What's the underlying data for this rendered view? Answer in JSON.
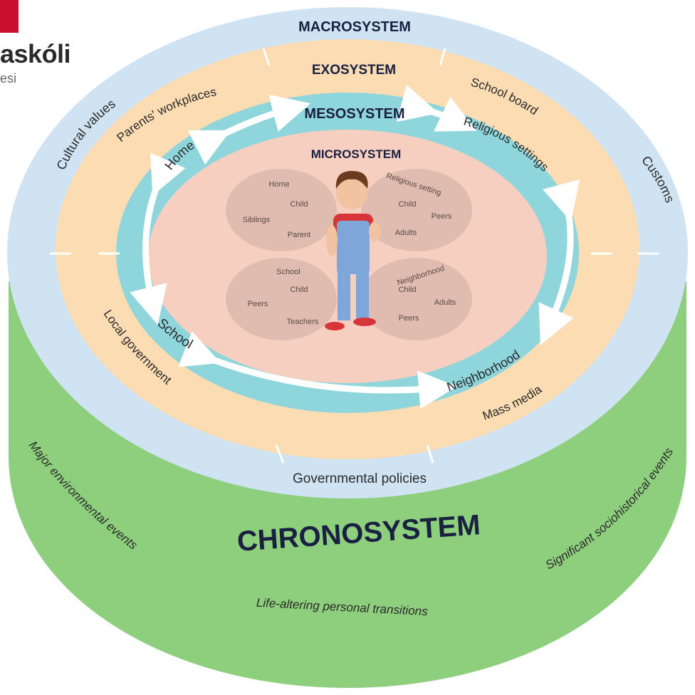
{
  "logo": {
    "text": "askóli",
    "sub": "esi"
  },
  "systems": {
    "macro": "MACROSYSTEM",
    "exo": "EXOSYSTEM",
    "meso": "MESOSYSTEM",
    "micro": "MICROSYSTEM",
    "chrono": "CHRONOSYSTEM"
  },
  "macro_labels": {
    "cultural_values": "Cultural values",
    "customs": "Customs",
    "governmental_policies": "Governmental policies"
  },
  "exo_labels": {
    "parents_workplaces": "Parents' workplaces",
    "school_board": "School board",
    "local_government": "Local government",
    "mass_media": "Mass media"
  },
  "meso_labels": {
    "home": "Home",
    "religious_settings": "Religious settings",
    "school": "School",
    "neighborhood": "Neighborhood"
  },
  "micro_groups": {
    "home": {
      "title": "Home",
      "a": "Child",
      "b": "Siblings",
      "c": "Parent"
    },
    "religious": {
      "title": "Religious setting",
      "a": "Child",
      "b": "Peers",
      "c": "Adults"
    },
    "school": {
      "title": "School",
      "a": "Child",
      "b": "Peers",
      "c": "Teachers"
    },
    "neighborhood": {
      "title": "Neighborhood",
      "a": "Child",
      "b": "Adults",
      "c": "Peers"
    }
  },
  "chrono_labels": {
    "major_env": "Major environmental events",
    "sociohistorical": "Significant sociohistorical events",
    "life_altering": "Life-altering personal transitions"
  },
  "colors": {
    "chrono": "#8ecf7e",
    "macro": "#cfe3f3",
    "exo": "#fbdcb3",
    "meso": "#8fd5dc",
    "micro": "#f7cfc0",
    "bubble": "#e0bcb0",
    "logo": "#c8102e"
  }
}
